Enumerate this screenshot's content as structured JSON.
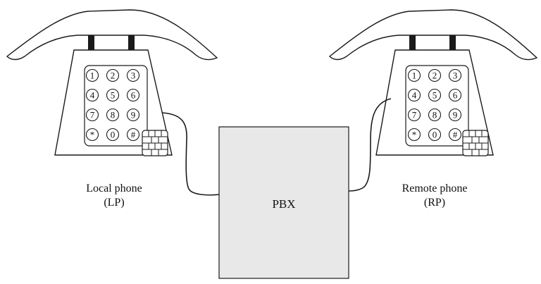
{
  "local_phone": {
    "label_line1": "Local phone",
    "label_line2": "(LP)",
    "keys": [
      "1",
      "2",
      "3",
      "4",
      "5",
      "6",
      "7",
      "8",
      "9",
      "*",
      "0",
      "#"
    ]
  },
  "remote_phone": {
    "label_line1": "Remote phone",
    "label_line2": "(RP)",
    "keys": [
      "1",
      "2",
      "3",
      "4",
      "5",
      "6",
      "7",
      "8",
      "9",
      "*",
      "0",
      "#"
    ]
  },
  "pbx": {
    "label": "PBX"
  },
  "colors": {
    "pbx_fill": "#e8e8e8",
    "outline": "#1a1a1a",
    "cradle": "#1a1a1a"
  }
}
